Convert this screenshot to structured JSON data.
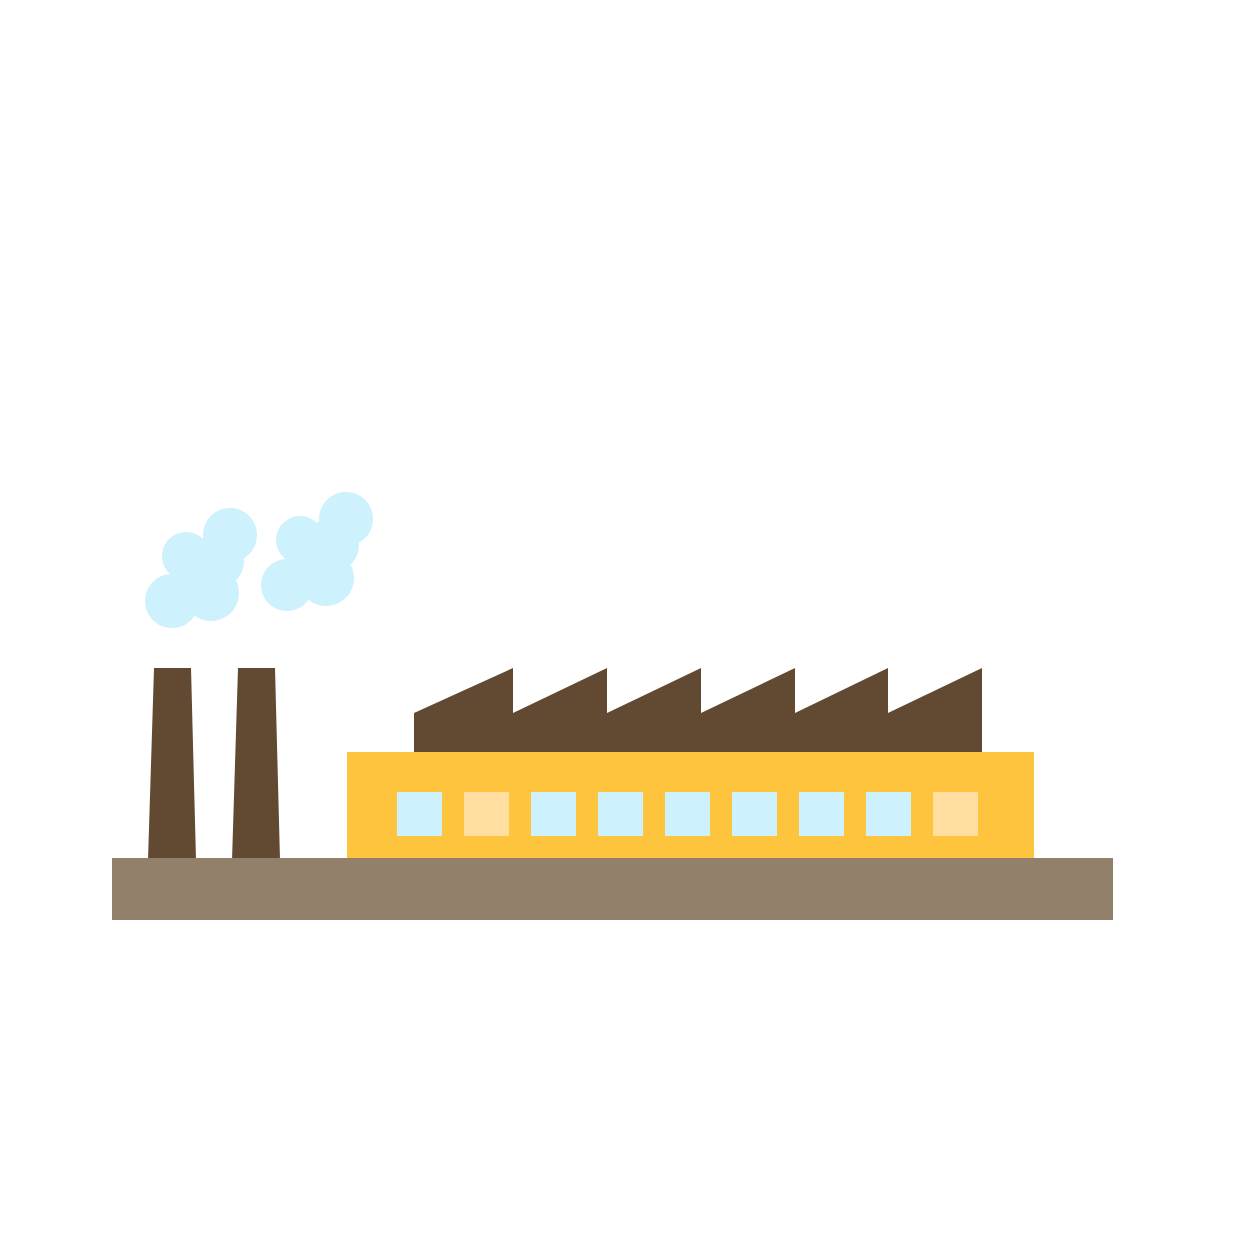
{
  "illustration": {
    "subject": "factory-icon",
    "colors": {
      "background": "#ffffff",
      "ground": "#93806b",
      "chimney": "#614a31",
      "roof": "#614a31",
      "building": "#fec43e",
      "window_blue": "#cdf1fd",
      "window_warm": "#feddA0",
      "smoke": "#cdf1fd"
    },
    "chimney_count": 2,
    "smoke_plume_count": 2,
    "roof_teeth_count": 6,
    "windows": [
      "blue",
      "warm",
      "blue",
      "blue",
      "blue",
      "blue",
      "blue",
      "blue",
      "warm"
    ]
  }
}
